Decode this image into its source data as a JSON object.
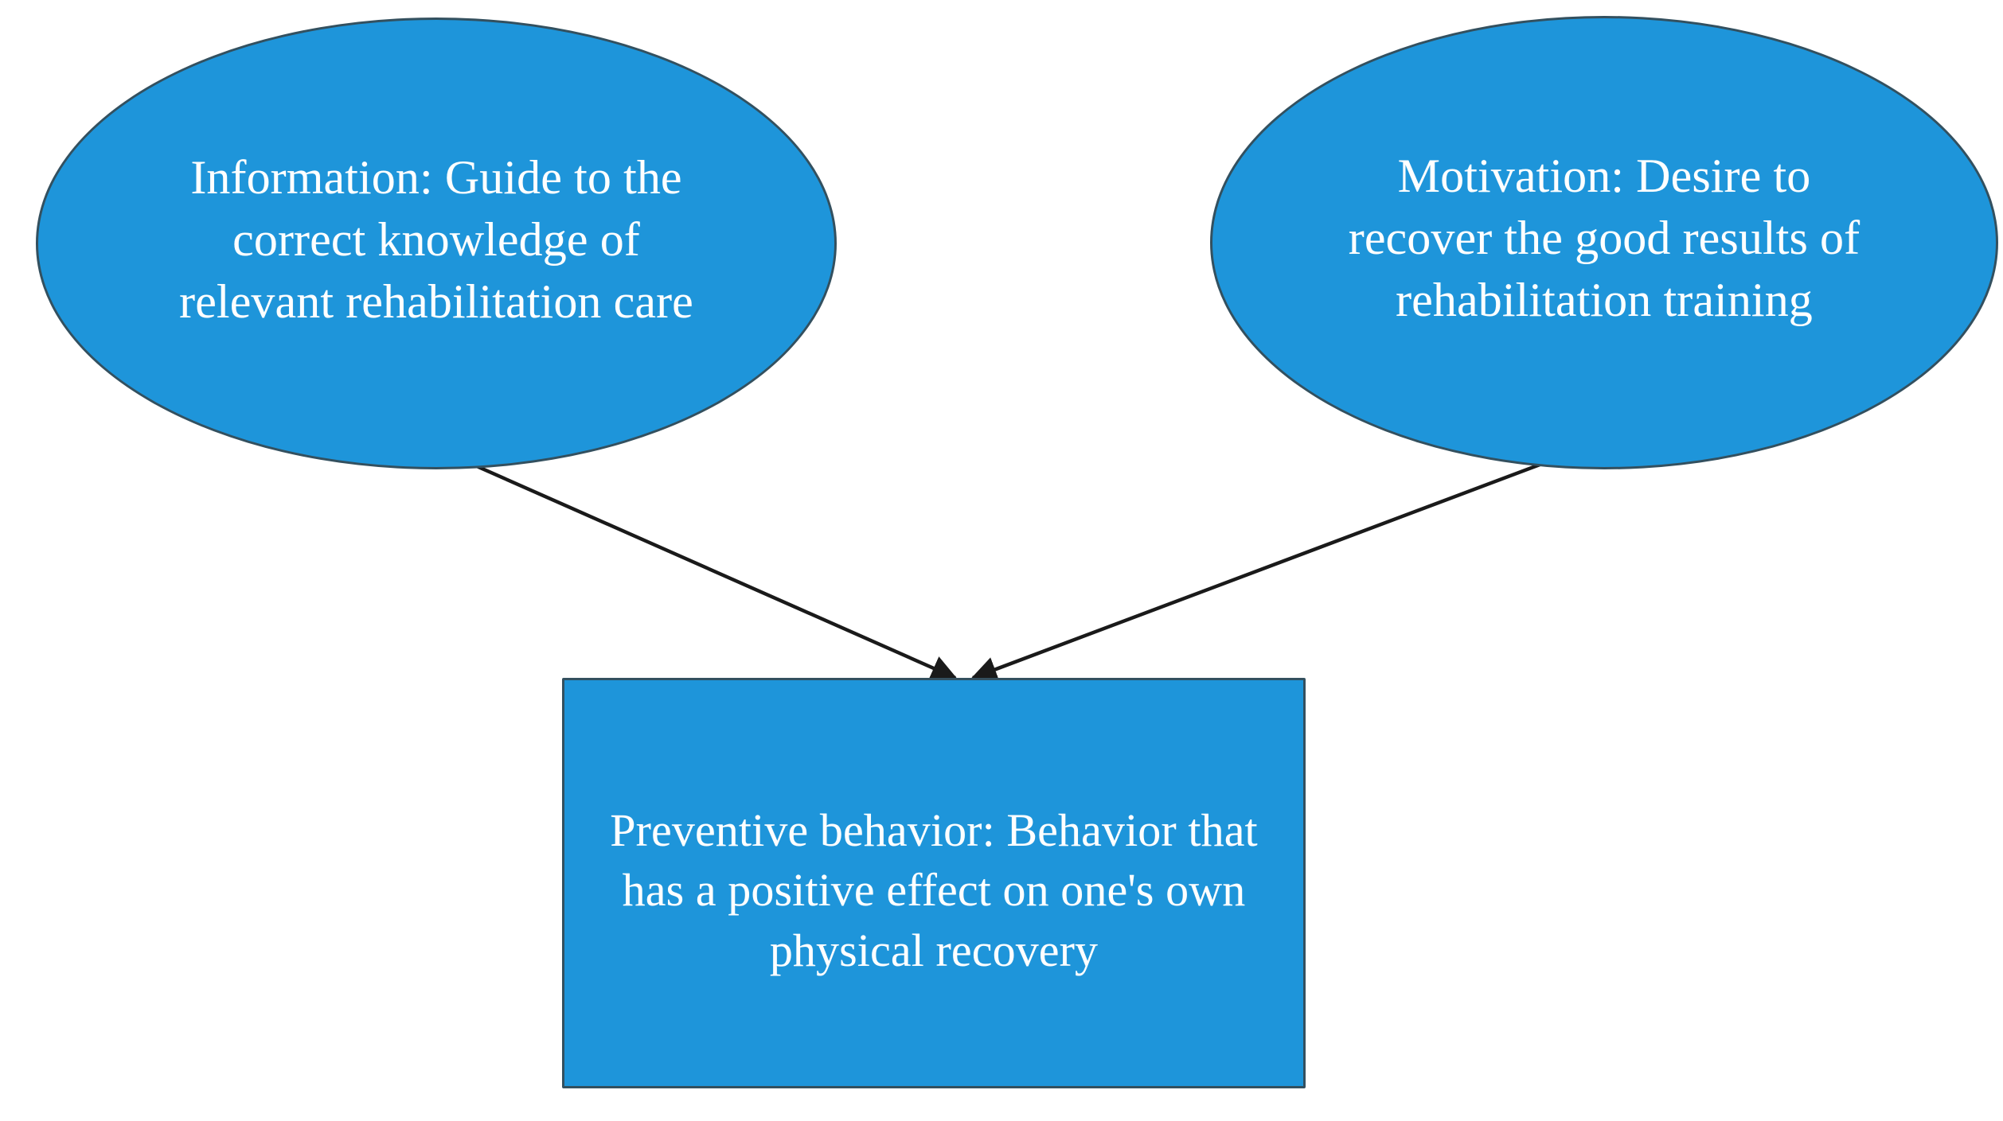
{
  "diagram": {
    "title": "",
    "background_color": "#ffffff",
    "node_fill_color": "#1e95da",
    "node_border_color": "#33505f",
    "node_text_color": "#ffffff",
    "edge_color": "#1a1a1a",
    "nodes": [
      {
        "id": "information",
        "shape": "ellipse",
        "label": "Information: Guide to the correct knowledge of relevant rehabilitation care"
      },
      {
        "id": "motivation",
        "shape": "ellipse",
        "label": "Motivation: Desire to recover the good results of rehabilitation training"
      },
      {
        "id": "preventive_behavior",
        "shape": "rectangle",
        "label": "Preventive behavior: Behavior that has a positive effect on one's own physical recovery"
      }
    ],
    "edges": [
      {
        "id": "information-to-preventive-behavior",
        "from": "information",
        "to": "preventive_behavior",
        "label": "",
        "arrowhead": "filled-triangle"
      },
      {
        "id": "motivation-to-preventive-behavior",
        "from": "motivation",
        "to": "preventive_behavior",
        "label": "",
        "arrowhead": "filled-triangle"
      }
    ]
  }
}
